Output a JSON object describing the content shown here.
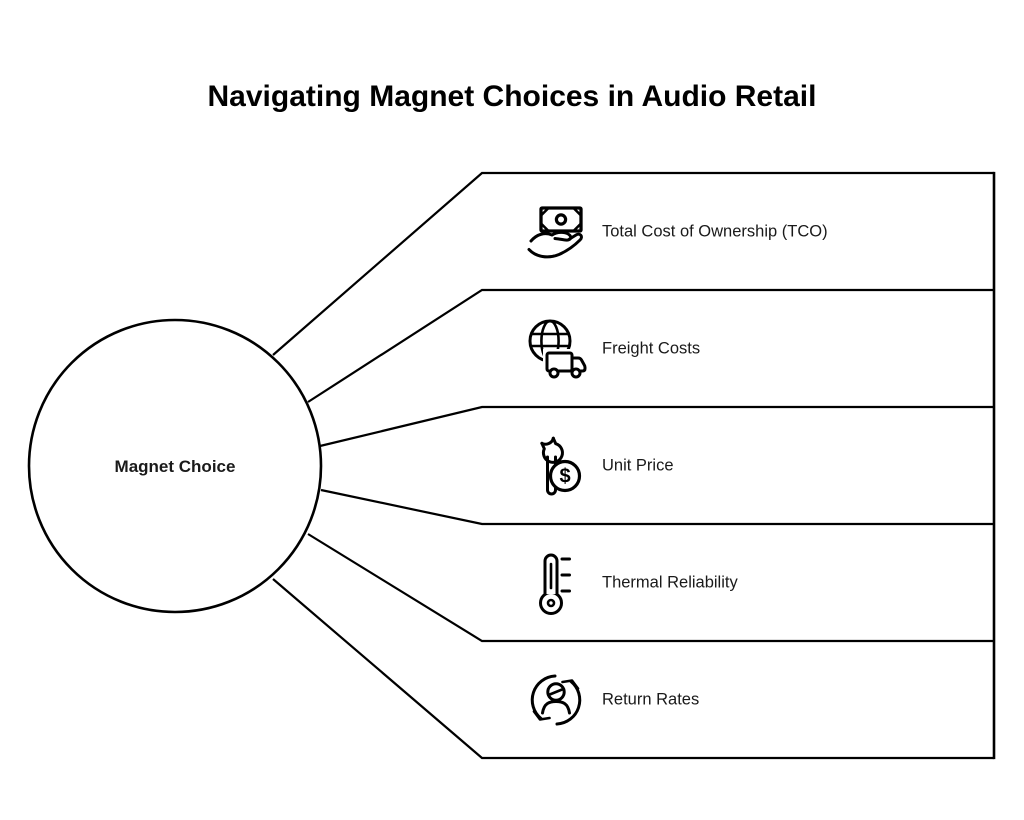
{
  "title": "Navigating Magnet Choices in Audio Retail",
  "center": {
    "label": "Magnet Choice"
  },
  "items": [
    {
      "label": "Total Cost of Ownership (TCO)",
      "icon": "money-hand-icon"
    },
    {
      "label": "Freight Costs",
      "icon": "globe-truck-icon"
    },
    {
      "label": "Unit Price",
      "icon": "wrench-dollar-icon",
      "currency_symbol": "$"
    },
    {
      "label": "Thermal Reliability",
      "icon": "thermometer-icon"
    },
    {
      "label": "Return Rates",
      "icon": "person-cycle-icon"
    }
  ],
  "colors": {
    "background": "#ffffff",
    "stroke": "#000000",
    "text": "#1a1a1a"
  }
}
